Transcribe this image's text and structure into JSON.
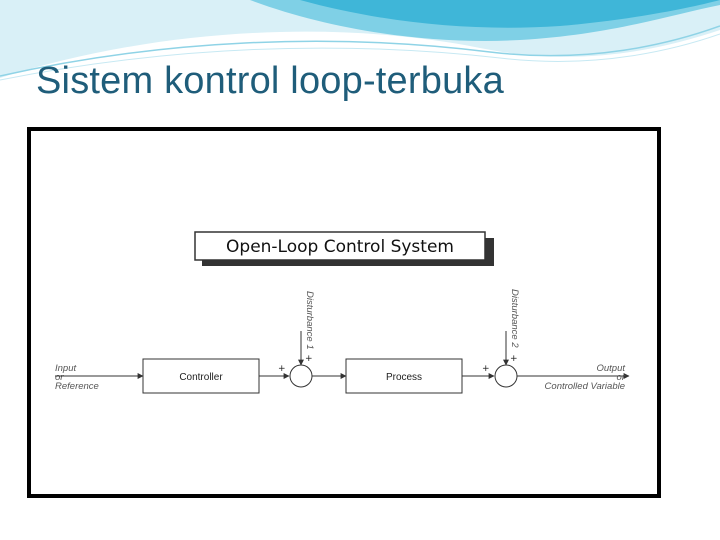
{
  "slide": {
    "title": "Sistem kontrol loop-terbuka",
    "accent_color": "#1f5d7a",
    "wave_colors": [
      "#3fb6d8",
      "#7fd0e6",
      "#b9e4f0"
    ]
  },
  "diagram": {
    "banner": "Open-Loop Control System",
    "input_label": [
      "Input",
      "or",
      "Reference"
    ],
    "output_label": [
      "Output",
      "or",
      "Controlled Variable"
    ],
    "blocks": {
      "controller": "Controller",
      "process": "Process"
    },
    "disturbances": {
      "d1": "Disturbance 1",
      "d2": "Disturbance 2"
    },
    "signs": {
      "plus": "+"
    }
  }
}
